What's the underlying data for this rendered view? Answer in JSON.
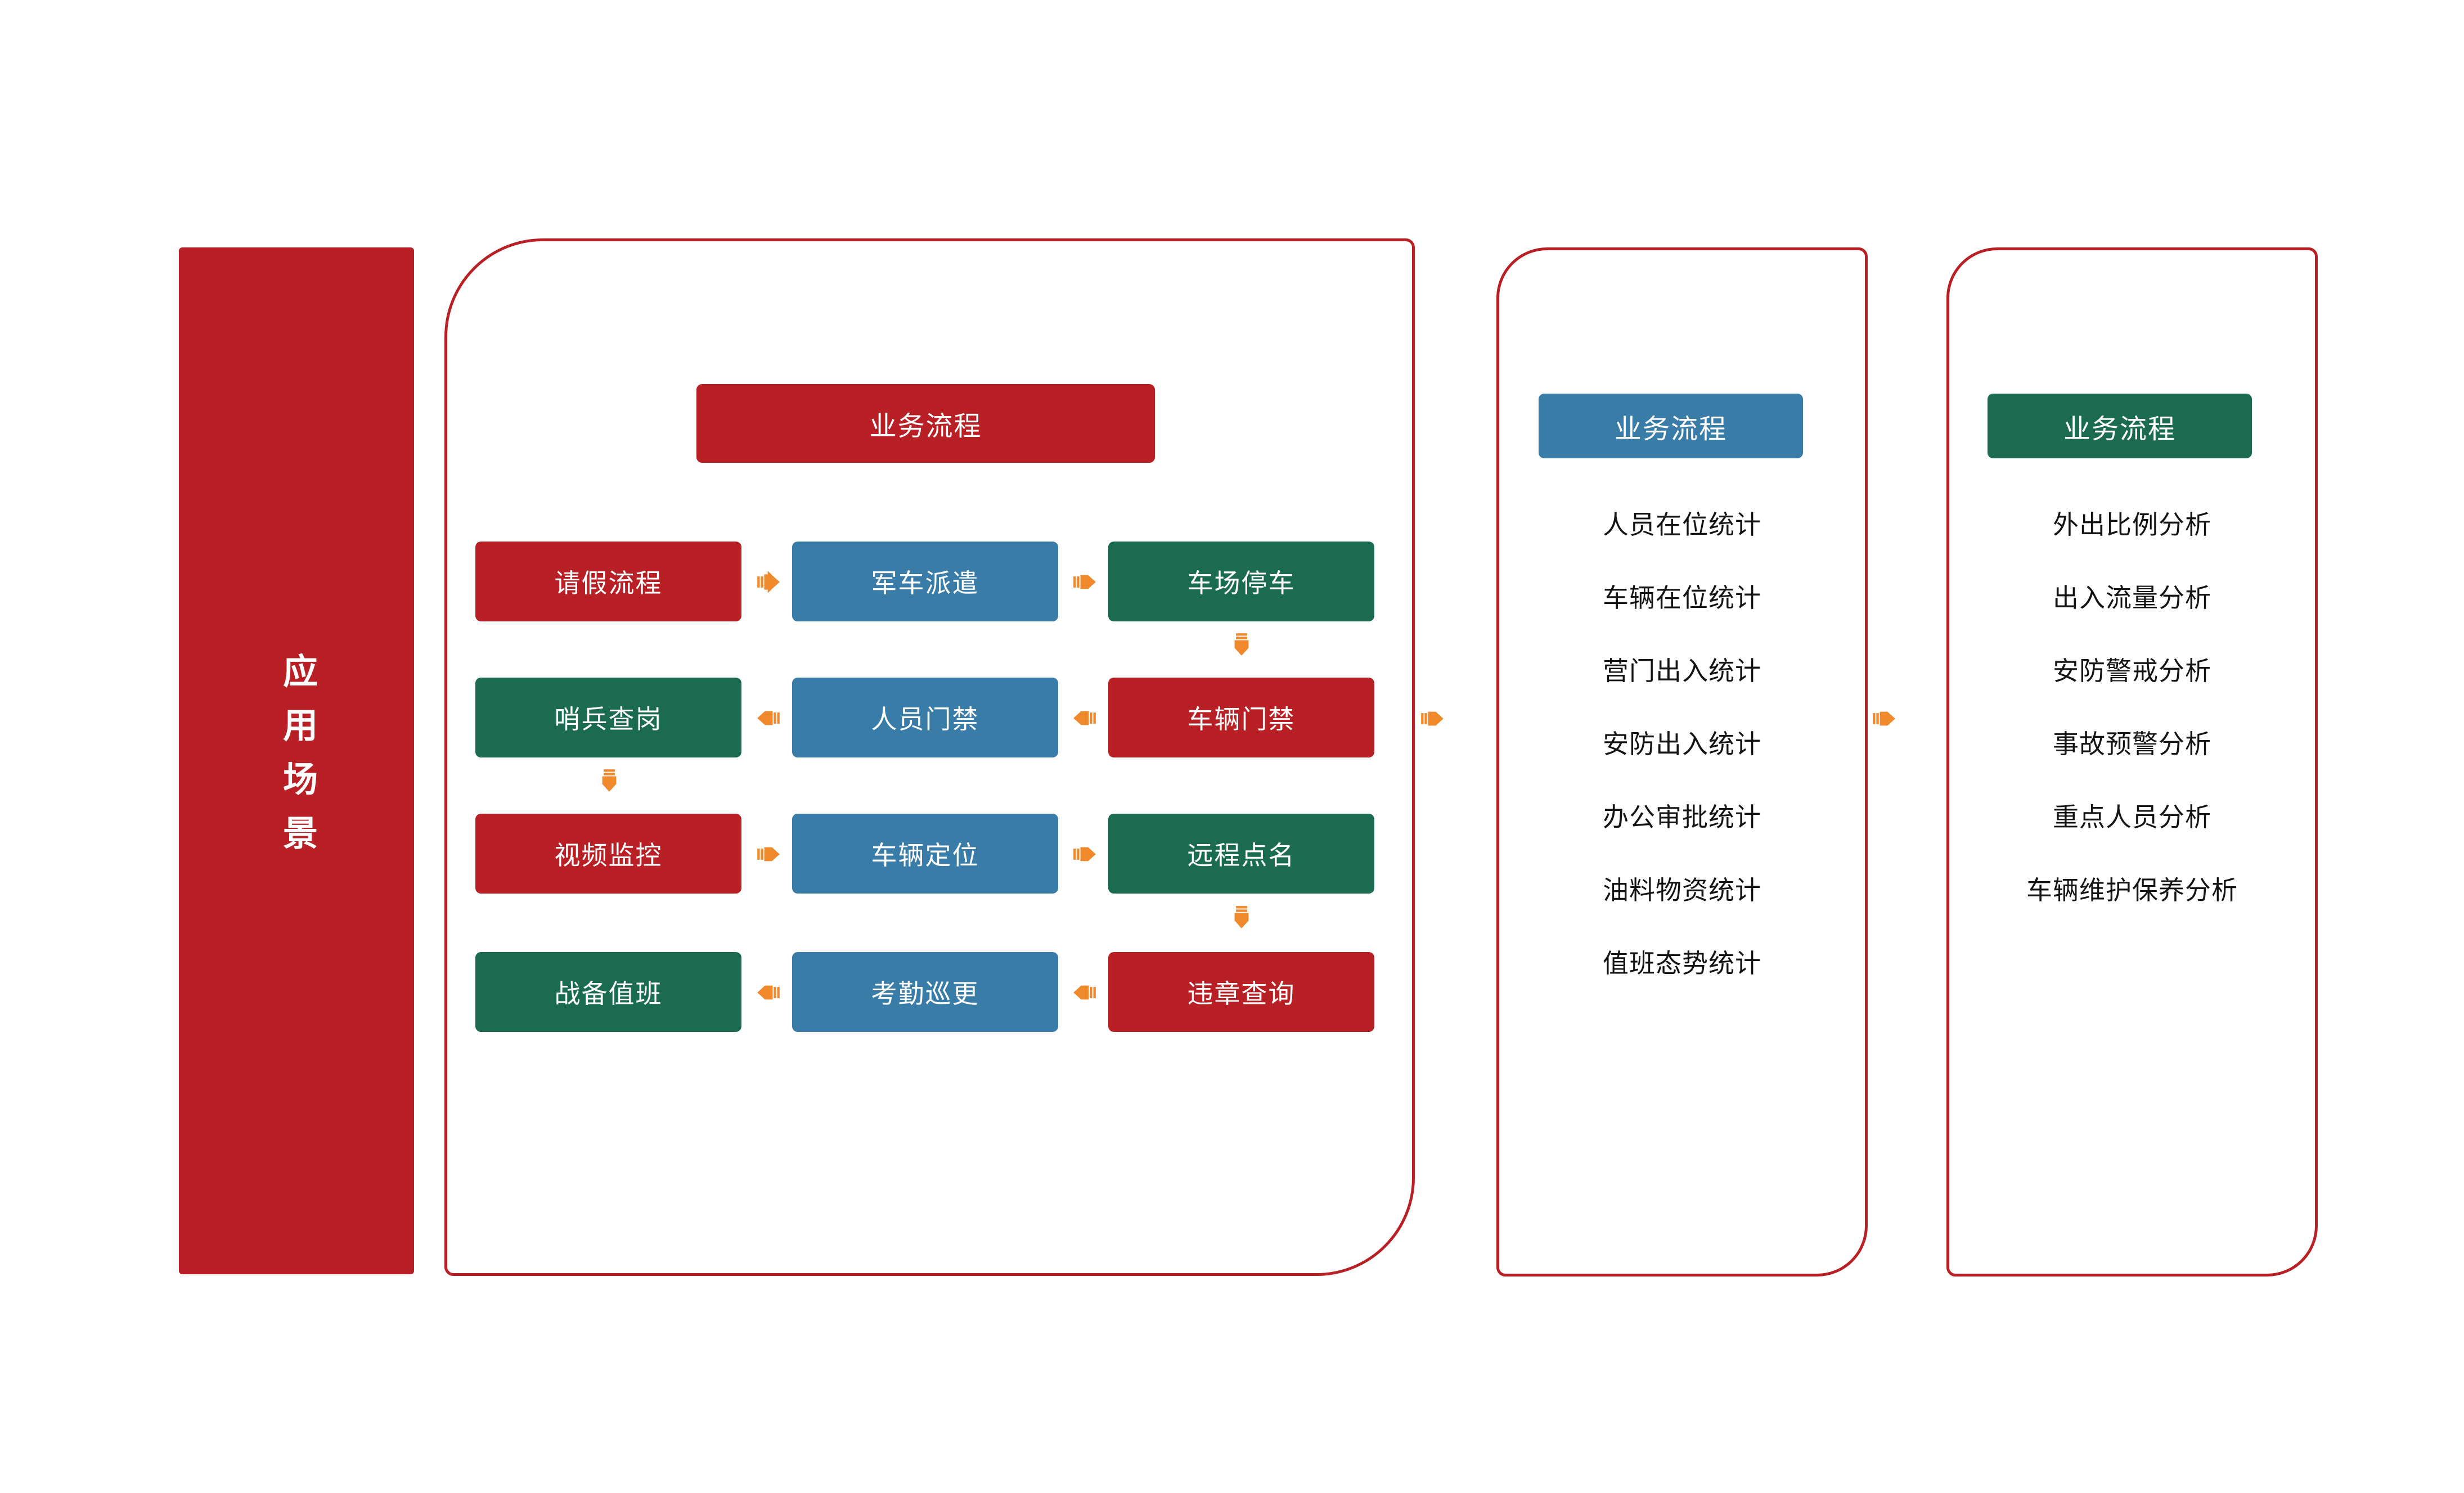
{
  "colors": {
    "red": "#B82025",
    "blue": "#3A7CA8",
    "green": "#1B6B50",
    "orange": "#F0892B",
    "text_dark": "#141414",
    "white": "#FFFFFF"
  },
  "left_bar": {
    "label": "应用场景"
  },
  "panels": {
    "process": {
      "header": "业务流程",
      "header_color": "#B82025",
      "grid": {
        "rows": [
          {
            "direction": "left-to-right",
            "cells": [
              {
                "label": "请假流程",
                "color": "red"
              },
              {
                "label": "军车派遣",
                "color": "blue"
              },
              {
                "label": "车场停车",
                "color": "green"
              }
            ]
          },
          {
            "direction": "right-to-left",
            "cells": [
              {
                "label": "哨兵查岗",
                "color": "green"
              },
              {
                "label": "人员门禁",
                "color": "blue"
              },
              {
                "label": "车辆门禁",
                "color": "red"
              }
            ]
          },
          {
            "direction": "left-to-right",
            "cells": [
              {
                "label": "视频监控",
                "color": "red"
              },
              {
                "label": "车辆定位",
                "color": "blue"
              },
              {
                "label": "远程点名",
                "color": "green"
              }
            ]
          },
          {
            "direction": "right-to-left",
            "cells": [
              {
                "label": "战备值班",
                "color": "green"
              },
              {
                "label": "考勤巡更",
                "color": "blue"
              },
              {
                "label": "违章查询",
                "color": "red"
              }
            ]
          }
        ]
      }
    },
    "statistics": {
      "header": "业务流程",
      "header_color": "#3A7CA8",
      "items": [
        "人员在位统计",
        "车辆在位统计",
        "营门出入统计",
        "安防出入统计",
        "办公审批统计",
        "油料物资统计",
        "值班态势统计"
      ]
    },
    "analysis": {
      "header": "业务流程",
      "header_color": "#1B6B50",
      "items": [
        "外出比例分析",
        "出入流量分析",
        "安防警戒分析",
        "事故预警分析",
        "重点人员分析",
        "车辆维护保养分析"
      ]
    }
  },
  "icons": {
    "arrow_right": "arrow-right-icon",
    "arrow_left": "arrow-left-icon",
    "arrow_down": "arrow-down-icon"
  }
}
